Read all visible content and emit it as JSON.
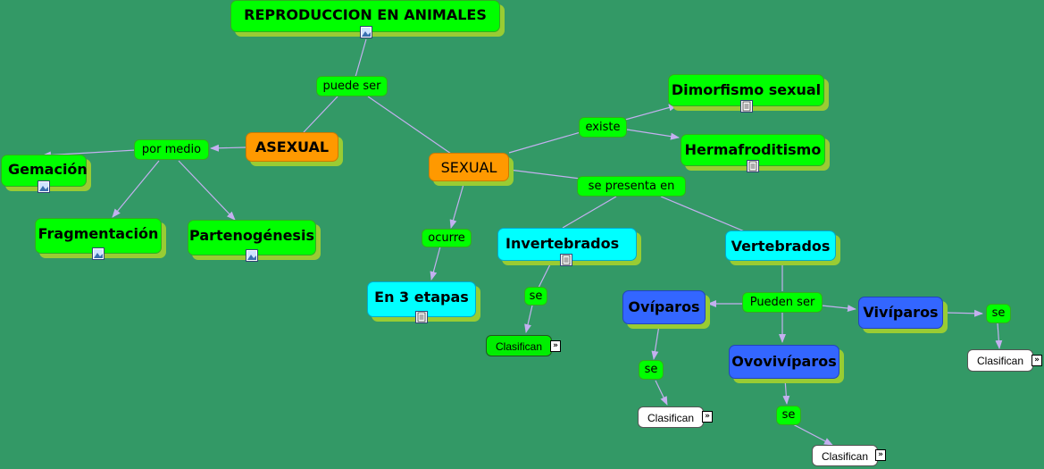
{
  "title": "REPRODUCCION EN ANIMALES",
  "concepts": {
    "asexual": "ASEXUAL",
    "sexual": "SEXUAL",
    "gemacion": "Gemación",
    "fragmentacion": "Fragmentación",
    "partenogenesis": "Partenogénesis",
    "dimorfismo": "Dimorfismo sexual",
    "hermafroditismo": "Hermafroditismo",
    "en3etapas": "En 3 etapas",
    "invertebrados": "Invertebrados",
    "vertebrados": "Vertebrados",
    "oviparos": "Ovíparos",
    "viviparos": "Vivíparos",
    "ovoviviparos": "Ovovivíparos"
  },
  "links": {
    "puede_ser": "puede ser",
    "por_medio": "por medio",
    "existe": "existe",
    "se_presenta_en": "se presenta en",
    "ocurre": "ocurre",
    "pueden_ser": "Pueden ser",
    "se": "se"
  },
  "clasifican": "Clasifican",
  "icons": {
    "image": "image-resource-icon",
    "document": "document-resource-icon",
    "expand": "expand-chevron-icon"
  },
  "colors": {
    "background": "#339966",
    "concept_green": "#00ff00",
    "concept_orange": "#ff9900",
    "concept_cyan": "#00ffff",
    "concept_blue": "#3366ff",
    "shadow": "#99cc33",
    "connector": "#c4b0f0"
  }
}
